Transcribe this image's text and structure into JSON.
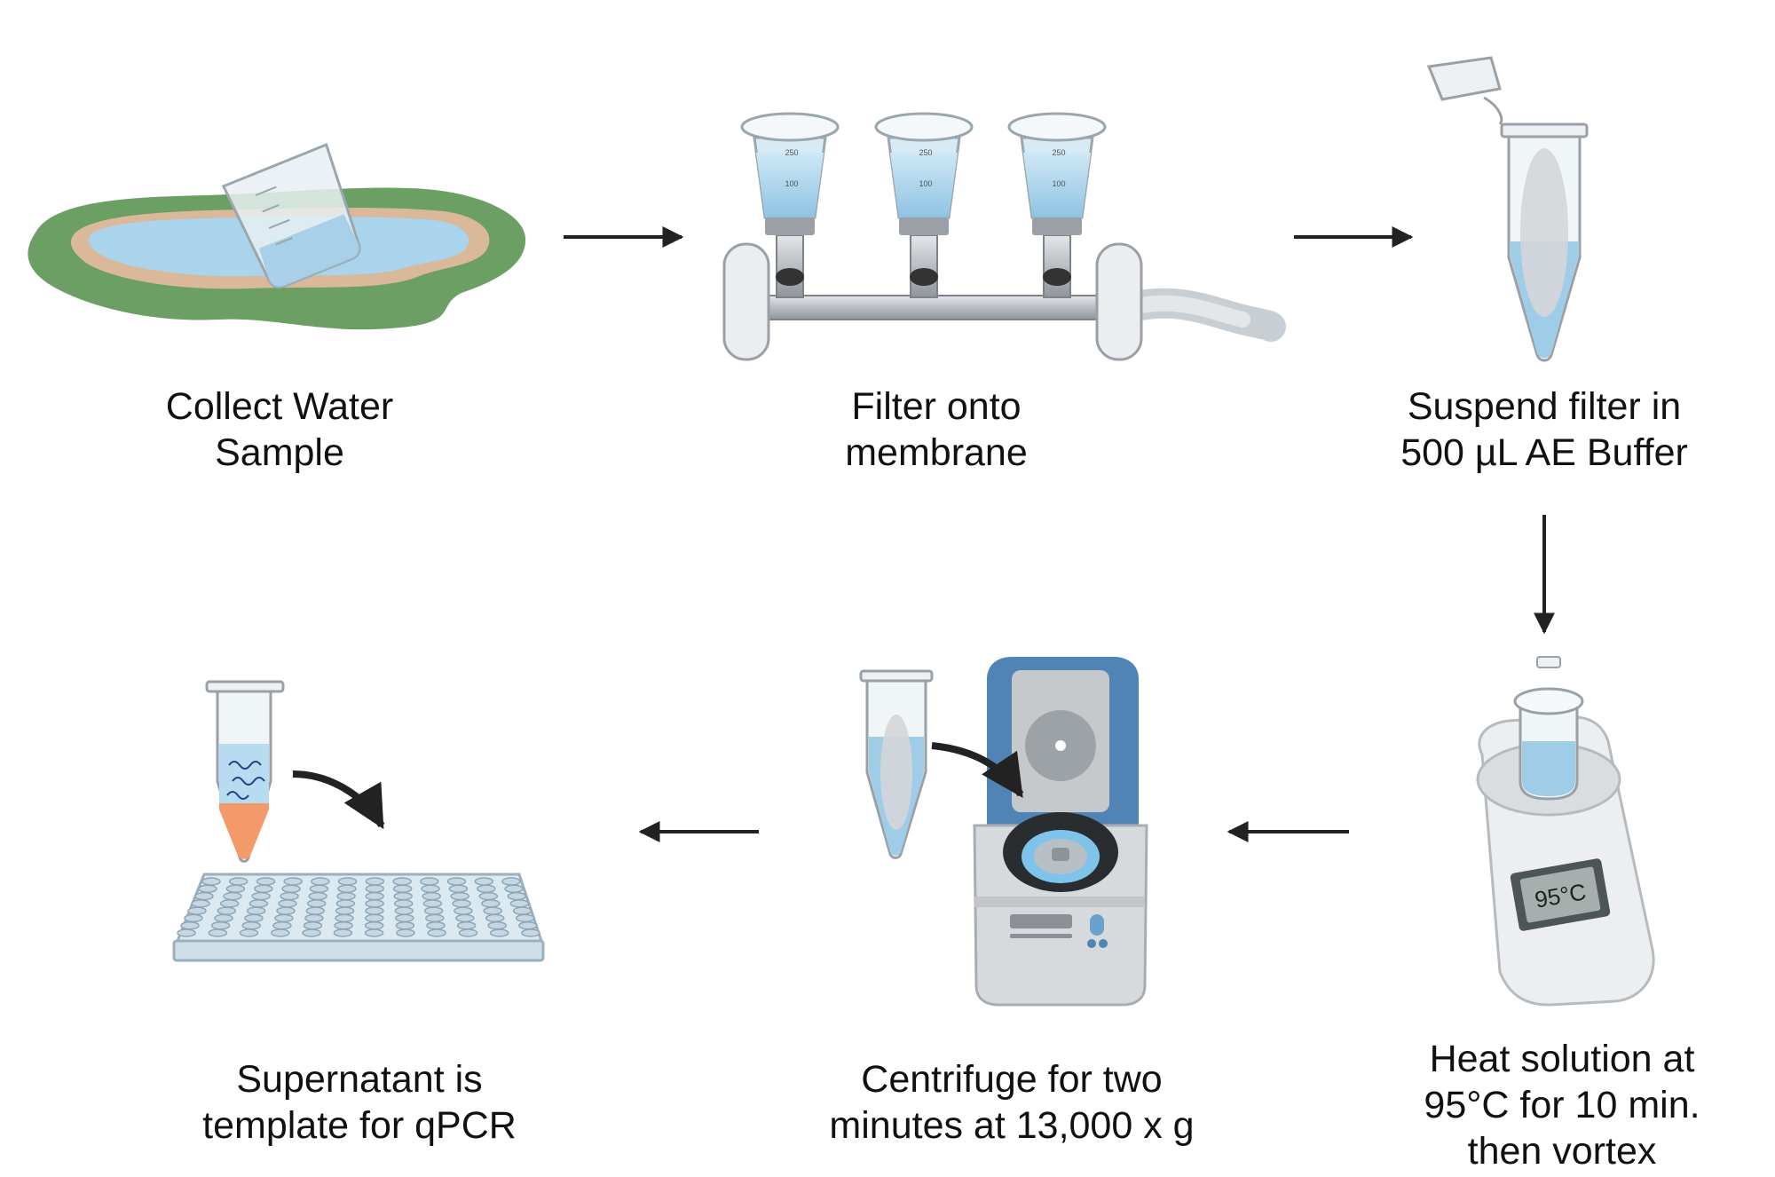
{
  "steps": [
    {
      "id": "collect",
      "lines": [
        "Collect Water",
        "Sample"
      ]
    },
    {
      "id": "filter",
      "lines": [
        "Filter onto",
        "membrane"
      ]
    },
    {
      "id": "suspend",
      "lines": [
        "Suspend filter in",
        "500 µL AE Buffer"
      ]
    },
    {
      "id": "heat",
      "lines": [
        "Heat solution at",
        "95°C for 10 min.",
        "then vortex"
      ]
    },
    {
      "id": "centrifuge",
      "lines": [
        "Centrifuge for two",
        "minutes at 13,000 x g"
      ]
    },
    {
      "id": "supernatant",
      "lines": [
        "Supernatant is",
        "template for qPCR"
      ]
    }
  ],
  "heat_block_display": "95°C",
  "funnel_marks": [
    "250",
    "100"
  ],
  "colors": {
    "water": "#a9d4ec",
    "grass": "#6b9f64",
    "sand": "#d9b99a",
    "arrow": "#222222",
    "centrifuge_lid": "#4f84b4",
    "sample_orange": "#f39a6a"
  }
}
